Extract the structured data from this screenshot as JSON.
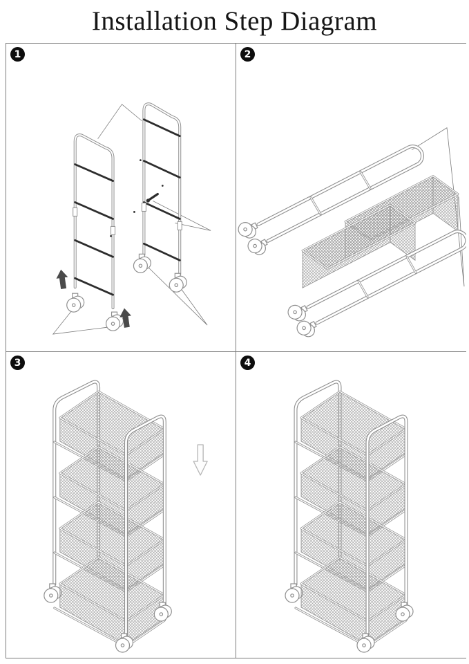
{
  "title": "Installation Step Diagram",
  "steps": [
    {
      "number": "1",
      "icons": [
        "up-arrow-icon",
        "up-arrow-icon"
      ]
    },
    {
      "number": "2",
      "icons": []
    },
    {
      "number": "3",
      "icons": [
        "down-arrow-icon"
      ]
    },
    {
      "number": "4",
      "icons": []
    }
  ],
  "colors": {
    "background": "#ffffff",
    "panel_border": "#787878",
    "tube_line": "#8f8f8f",
    "mesh": "#9a9a9a",
    "dark_bar": "#2d2d2d",
    "badge_bg": "#0d0d0d",
    "badge_text": "#ffffff",
    "solid_arrow": "#4a4a4a",
    "hollow_arrow_outline": "#b5b5b5",
    "callout_line": "#7a7a7a",
    "title_text": "#151515"
  }
}
